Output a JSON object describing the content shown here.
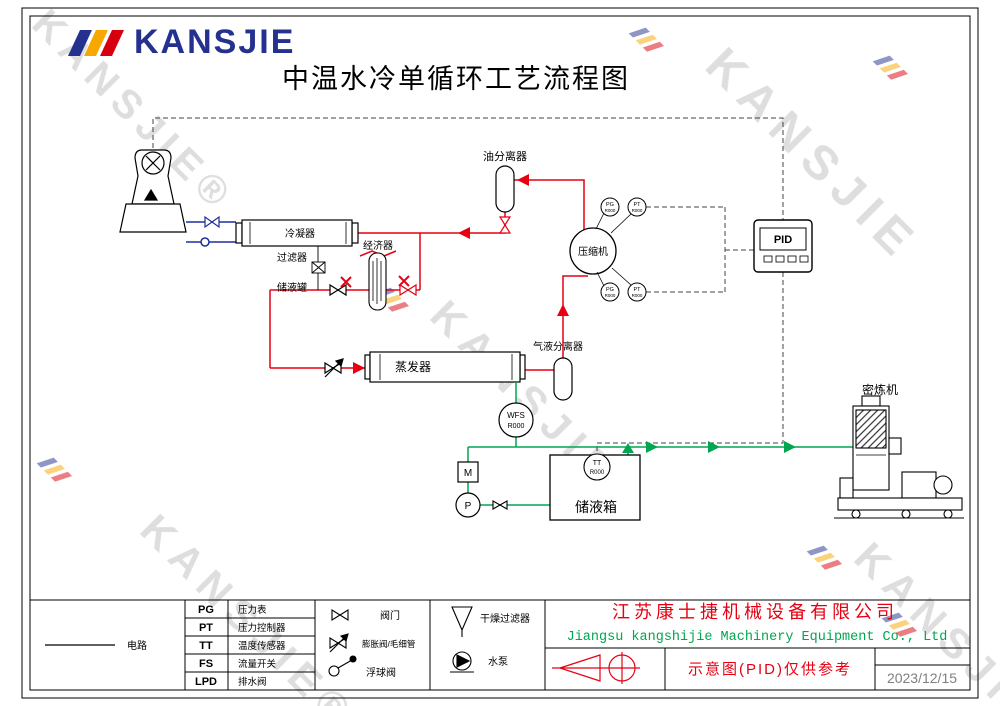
{
  "brand": {
    "name": "KANSJIE"
  },
  "watermark": {
    "plain": "KANSJIE",
    "registered": "KANSJIE®"
  },
  "title": "中温水冷单循环工艺流程图",
  "equipment": {
    "condenser": "冷凝器",
    "filter": "过滤器",
    "economizer": "经济器",
    "receiver": "储液罐",
    "oil_separator": "油分离器",
    "compressor": "压缩机",
    "evaporator": "蒸发器",
    "gas_liquid_separator": "气液分离器",
    "tank": "储液箱",
    "mixer": "密炼机",
    "pid": "PID",
    "motor": "M",
    "pump": "P",
    "wfs_line1": "WFS",
    "wfs_line2": "R000",
    "tt_line1": "TT",
    "tt_line2": "R000",
    "pg_line1": "PG",
    "pt_line1": "PT",
    "gauge_line2": "R000"
  },
  "legend": {
    "circuit": "电路",
    "rows": [
      {
        "abbr": "PG",
        "label": "压力表"
      },
      {
        "abbr": "PT",
        "label": "压力控制器"
      },
      {
        "abbr": "TT",
        "label": "温度传感器"
      },
      {
        "abbr": "FS",
        "label": "流量开关"
      },
      {
        "abbr": "LPD",
        "label": "排水阀"
      }
    ],
    "valve": "阀门",
    "expansion_valve": "膨胀阀/毛细管",
    "float_valve": "浮球阀",
    "dry_filter": "干燥过滤器",
    "water_pump": "水泵"
  },
  "footer": {
    "company_cn": "江苏康士捷机械设备有限公司",
    "company_en": "Jiangsu kangshijie Machinery Equipment Co., Ltd",
    "note": "示意图(PID)仅供参考",
    "date": "2023/12/15"
  },
  "colors": {
    "pipe_red": "#e60012",
    "pipe_green": "#00a650",
    "pipe_blue": "#1d2f9e",
    "brand_blue": "#24318f",
    "brand_orange": "#f7a800",
    "brand_red": "#d7000f",
    "watermark_gray": "#d8d8d8"
  }
}
